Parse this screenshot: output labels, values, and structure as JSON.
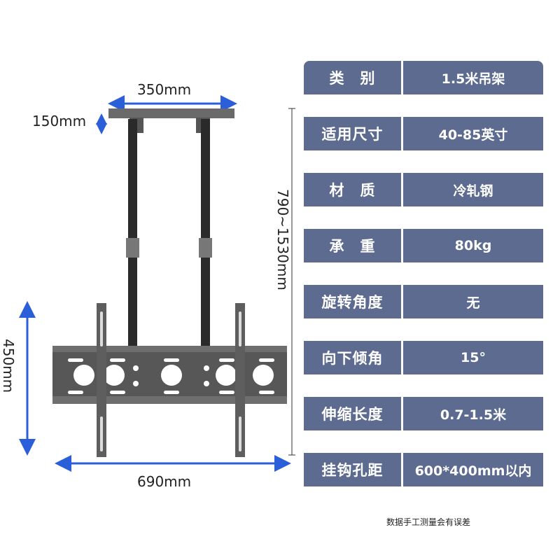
{
  "specs": [
    {
      "key": "类　别",
      "value": "1.5米吊架"
    },
    {
      "key": "适用尺寸",
      "value": "40-85英寸"
    },
    {
      "key": "材　质",
      "value": "冷轧钢"
    },
    {
      "key": "承　重",
      "value": "80kg"
    },
    {
      "key": "旋转角度",
      "value": "无"
    },
    {
      "key": "向下倾角",
      "value": "15°"
    },
    {
      "key": "伸缩长度",
      "value": "0.7-1.5米"
    },
    {
      "key": "挂钩孔距",
      "value": "600*400mm以内"
    }
  ],
  "dimensions": {
    "top_width": "350mm",
    "top_height": "150mm",
    "pole_length": "790~1530mm",
    "plate_height": "450mm",
    "plate_width": "690mm"
  },
  "note": "数据手工测量会有误差",
  "colors": {
    "cell": "#5c6b8f",
    "arrow": "#2b5fd9",
    "steel": "#4a4a4a"
  }
}
